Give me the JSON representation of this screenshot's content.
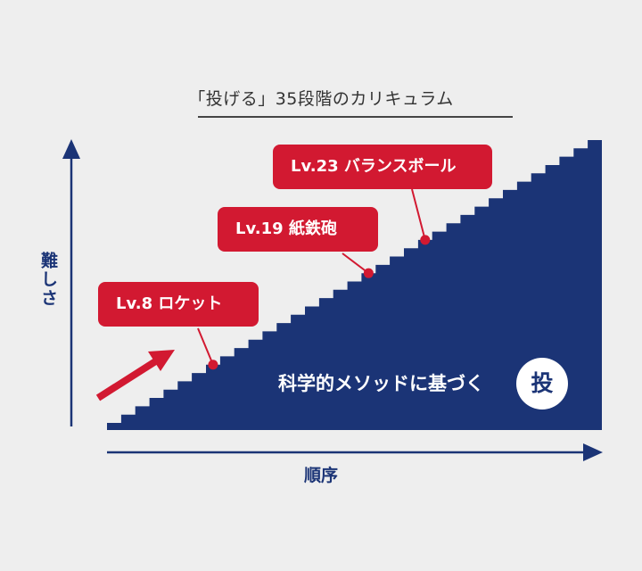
{
  "title": "「投げる」35段階のカリキュラム",
  "axes": {
    "y_label": "難しさ",
    "x_label": "順序"
  },
  "staircase": {
    "steps": 35,
    "body_text": "科学的メソッドに基づく",
    "badge": "投"
  },
  "callouts": [
    {
      "level": 8,
      "label": "Lv.8  ロケット"
    },
    {
      "level": 19,
      "label": "Lv.19  紙鉄砲"
    },
    {
      "level": 23,
      "label": "Lv.23  バランスボール"
    }
  ],
  "colors": {
    "navy": "#1b3476",
    "red": "#d21931",
    "background": "#eeeeee",
    "text": "#333333"
  }
}
